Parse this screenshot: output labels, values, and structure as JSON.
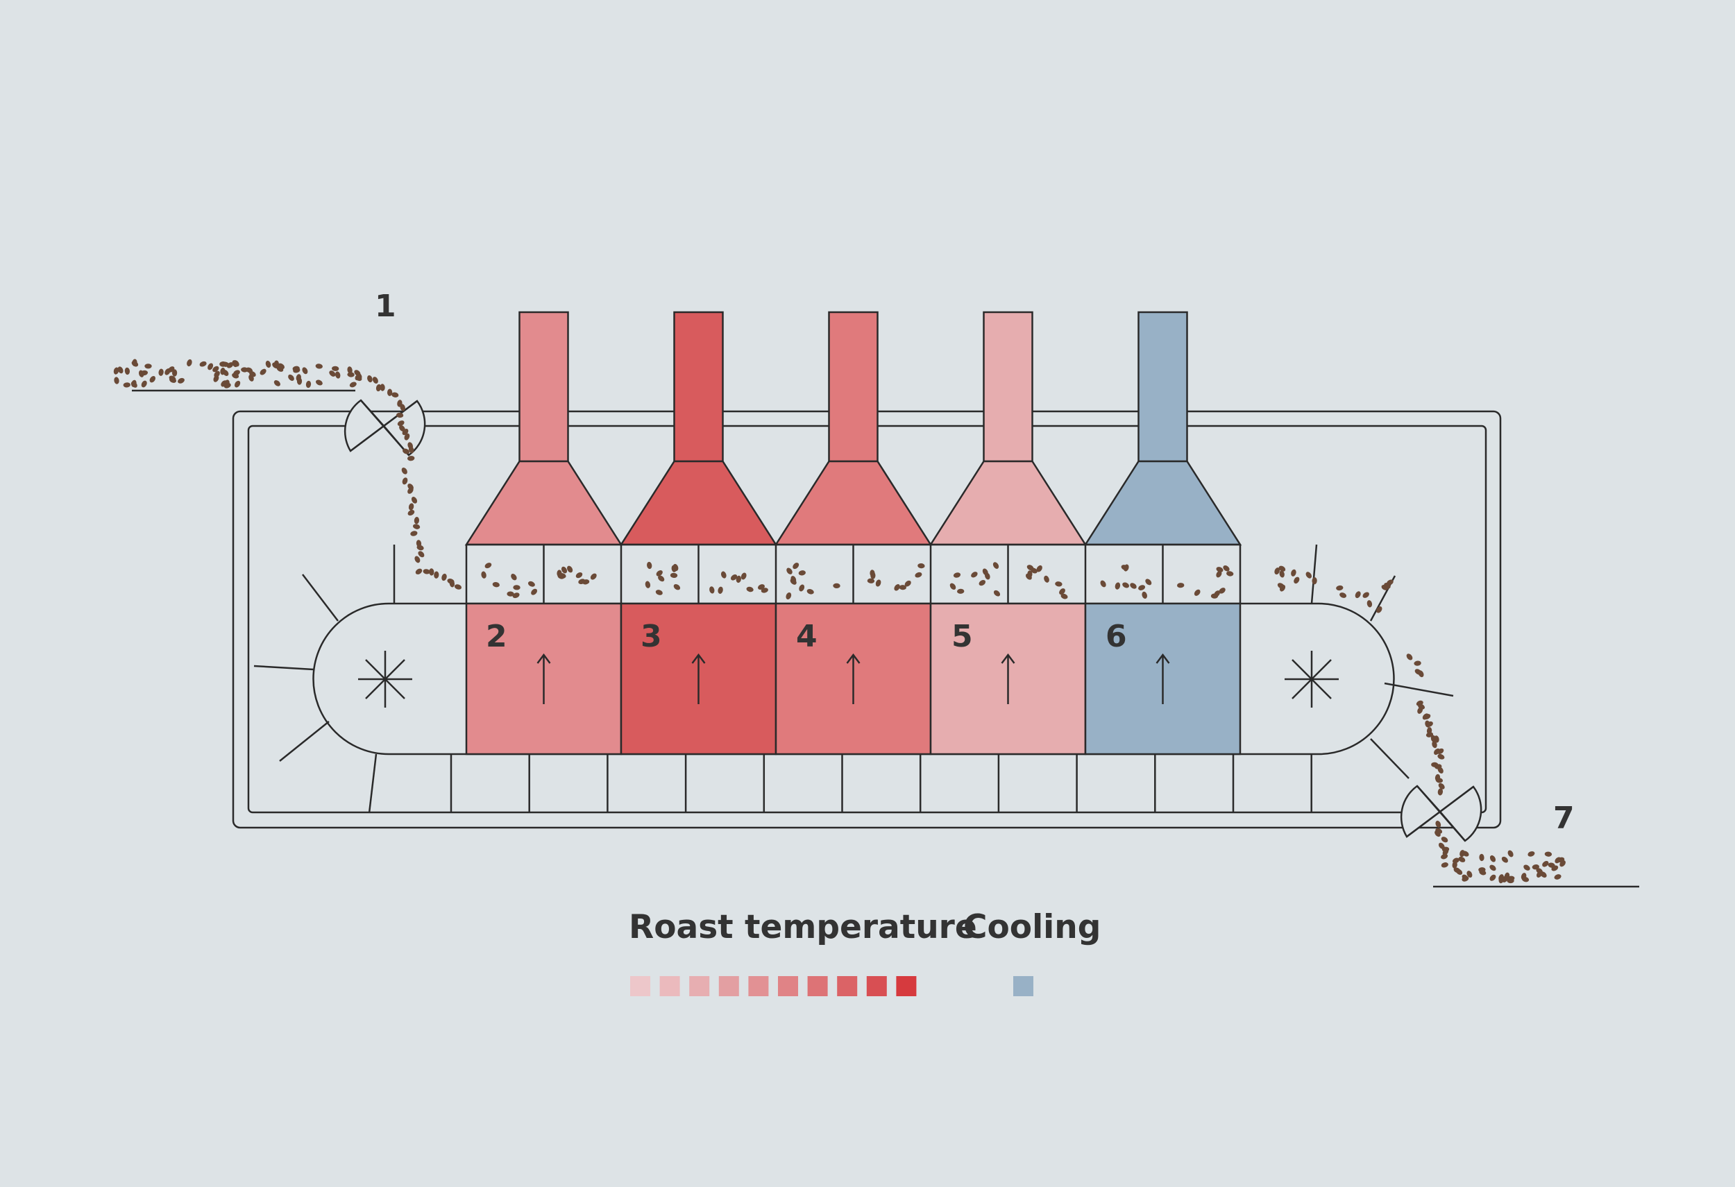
{
  "diagram": {
    "stage_numbers": [
      "1",
      "2",
      "3",
      "4",
      "5",
      "6",
      "7"
    ],
    "zones": [
      {
        "stage": "2",
        "kind": "roast",
        "color": "#e28b8e"
      },
      {
        "stage": "3",
        "kind": "roast",
        "color": "#d85b5d"
      },
      {
        "stage": "4",
        "kind": "roast",
        "color": "#e07a7c"
      },
      {
        "stage": "5",
        "kind": "roast",
        "color": "#e6adaf"
      },
      {
        "stage": "6",
        "kind": "cooling",
        "color": "#98b1c6"
      }
    ],
    "zone_icon": "up-arrow-icon",
    "drum_icon": "asterisk-icon",
    "line_color": "#2a2a2a",
    "bean_color": "#6a4a37"
  },
  "legend": {
    "roast_label": "Roast temperature",
    "cooling_label": "Cooling",
    "roast_scale": [
      "#edc7ca",
      "#ebbabd",
      "#e7aeb1",
      "#e39fa2",
      "#e29194",
      "#e08386",
      "#dd7376",
      "#db6366",
      "#d84f53",
      "#d63a3e"
    ],
    "cooling_color": "#98b1c6"
  }
}
